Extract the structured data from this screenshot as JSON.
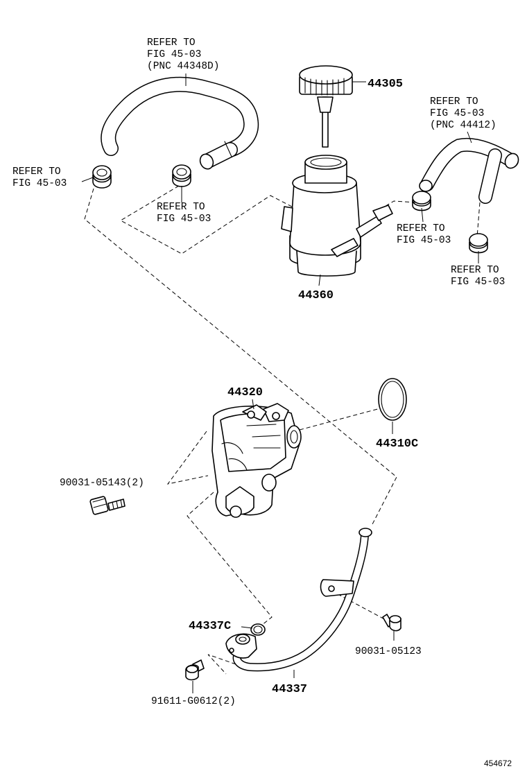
{
  "diagram": {
    "refs": {
      "hose_upper_left": [
        "REFER TO",
        "FIG 45-03",
        "(PNC 44348D)"
      ],
      "clamp_left": [
        "REFER TO",
        "FIG 45-03"
      ],
      "clamp_mid": [
        "REFER TO",
        "FIG 45-03"
      ],
      "hose_upper_right": [
        "REFER TO",
        "FIG 45-03",
        "(PNC 44412)"
      ],
      "clamp_right_a": [
        "REFER TO",
        "FIG 45-03"
      ],
      "clamp_right_b": [
        "REFER TO",
        "FIG 45-03"
      ]
    },
    "parts": {
      "cap": "44305",
      "reservoir": "44360",
      "pump": "44320",
      "oring_large": "44310C",
      "bolt_pump": "90031-05143(2)",
      "gasket_small": "44337C",
      "pipe": "44337",
      "bolt_pipe_bracket": "90031-05123",
      "bolt_flange": "91611-G0612(2)"
    },
    "image_id": "454672"
  }
}
